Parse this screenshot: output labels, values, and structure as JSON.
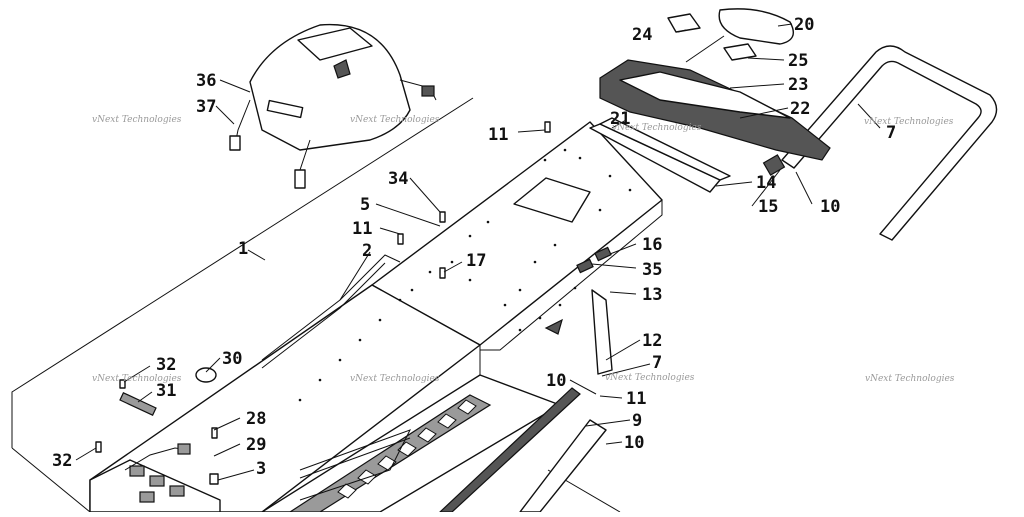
{
  "watermark": "vNext Technologies",
  "callouts": [
    {
      "id": "c20",
      "text": "20"
    },
    {
      "id": "c24",
      "text": "24"
    },
    {
      "id": "c25",
      "text": "25"
    },
    {
      "id": "c23",
      "text": "23"
    },
    {
      "id": "c22",
      "text": "22"
    },
    {
      "id": "c36",
      "text": "36"
    },
    {
      "id": "c37",
      "text": "37"
    },
    {
      "id": "c21",
      "text": "21"
    },
    {
      "id": "c7a",
      "text": "7"
    },
    {
      "id": "c11a",
      "text": "11"
    },
    {
      "id": "c14",
      "text": "14"
    },
    {
      "id": "c15",
      "text": "15"
    },
    {
      "id": "c10a",
      "text": "10"
    },
    {
      "id": "c34",
      "text": "34"
    },
    {
      "id": "c5",
      "text": "5"
    },
    {
      "id": "c11b",
      "text": "11"
    },
    {
      "id": "c16",
      "text": "16"
    },
    {
      "id": "c1",
      "text": "1"
    },
    {
      "id": "c2",
      "text": "2"
    },
    {
      "id": "c17",
      "text": "17"
    },
    {
      "id": "c35",
      "text": "35"
    },
    {
      "id": "c13",
      "text": "13"
    },
    {
      "id": "c12",
      "text": "12"
    },
    {
      "id": "c30",
      "text": "30"
    },
    {
      "id": "c32a",
      "text": "32"
    },
    {
      "id": "c31",
      "text": "31"
    },
    {
      "id": "c7b",
      "text": "7"
    },
    {
      "id": "c10b",
      "text": "10"
    },
    {
      "id": "c11c",
      "text": "11"
    },
    {
      "id": "c9",
      "text": "9"
    },
    {
      "id": "c28",
      "text": "28"
    },
    {
      "id": "c29",
      "text": "29"
    },
    {
      "id": "c10c",
      "text": "10"
    },
    {
      "id": "c32b",
      "text": "32"
    },
    {
      "id": "c3",
      "text": "3"
    }
  ],
  "colors": {
    "ink": "#111111",
    "shade": "#555555",
    "watermark": "#9a9a9a"
  }
}
